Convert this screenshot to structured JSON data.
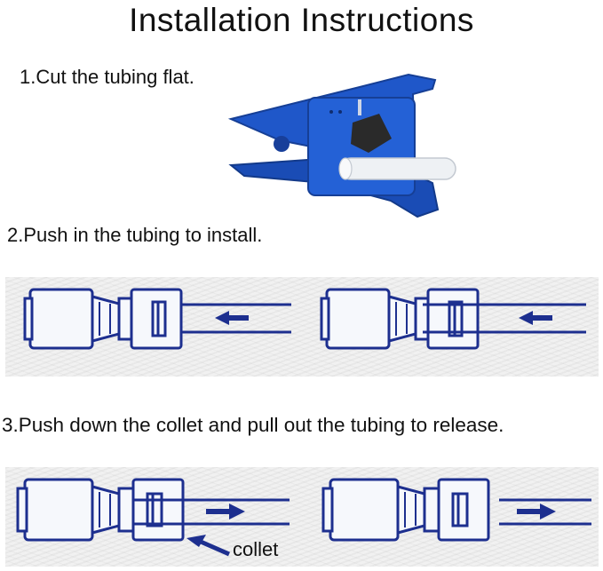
{
  "title": "Installation Instructions",
  "steps": [
    {
      "label": "1.Cut the tubing flat."
    },
    {
      "label": "2.Push in the tubing to install."
    },
    {
      "label": "3.Push down the collet and pull out the tubing to release."
    }
  ],
  "annotations": {
    "collet": "collet"
  },
  "colors": {
    "fitting_outline": "#1d2f8f",
    "fitting_fill": "#f6f8fc",
    "cutter_blue": "#1f57c9",
    "tube_white": "#eef1f4"
  },
  "icons": [
    "tube-cutter-icon",
    "push-in-arrow-icon",
    "pull-out-arrow-icon",
    "collet-pointer-arrow-icon"
  ]
}
